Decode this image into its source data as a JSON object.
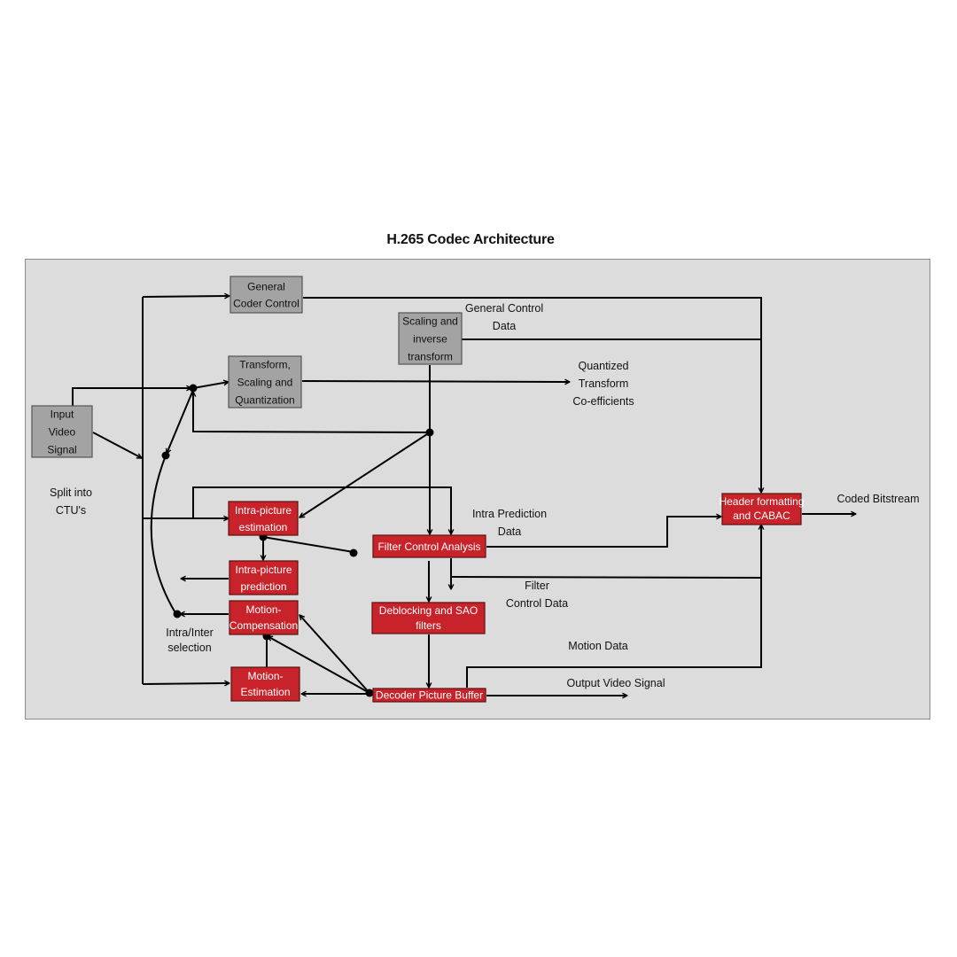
{
  "title": "H.265 Codec Architecture",
  "colors": {
    "background": "#dcdcdc",
    "gray_box": "#a3a3a3",
    "red_box": "#c8232a",
    "line": "#000000"
  },
  "blocks": {
    "input_video": {
      "lines": [
        "Input",
        "Video",
        "Signal"
      ],
      "style": "gray"
    },
    "general_coder_control": {
      "lines": [
        "General",
        "Coder Control"
      ],
      "style": "gray"
    },
    "transform_scaling_quant": {
      "lines": [
        "Transform,",
        "Scaling and",
        "Quantization"
      ],
      "style": "gray"
    },
    "scaling_inverse_transform": {
      "lines": [
        "Scaling and",
        "inverse",
        "transform"
      ],
      "style": "gray"
    },
    "intra_estimation": {
      "lines": [
        "Intra-picture",
        "estimation"
      ],
      "style": "red"
    },
    "intra_prediction": {
      "lines": [
        "Intra-picture",
        "prediction"
      ],
      "style": "red"
    },
    "motion_compensation": {
      "lines": [
        "Motion-",
        "Compensation"
      ],
      "style": "red"
    },
    "motion_estimation": {
      "lines": [
        "Motion-",
        "Estimation"
      ],
      "style": "red"
    },
    "filter_control_analysis": {
      "lines": [
        "Filter Control Analysis"
      ],
      "style": "red"
    },
    "deblocking_sao": {
      "lines": [
        "Deblocking and SAO",
        "filters"
      ],
      "style": "red"
    },
    "decoder_picture_buffer": {
      "lines": [
        "Decoder Picture Buffer"
      ],
      "style": "red"
    },
    "header_cabac": {
      "lines": [
        "Header formatting",
        "and CABAC"
      ],
      "style": "red"
    }
  },
  "labels": {
    "split_ctu": [
      "Split into",
      "CTU's"
    ],
    "general_control_data": [
      "General Control",
      "Data"
    ],
    "quantized_coefficients": [
      "Quantized",
      "Transform",
      "Co-efficients"
    ],
    "intra_prediction_data": [
      "Intra Prediction",
      "Data"
    ],
    "filter_control_data": [
      "Filter",
      "Control Data"
    ],
    "motion_data": [
      "Motion Data"
    ],
    "output_video_signal": [
      "Output Video Signal"
    ],
    "coded_bitstream": [
      "Coded Bitstream"
    ],
    "intra_inter_selection": [
      "Intra/Inter",
      "selection"
    ]
  }
}
